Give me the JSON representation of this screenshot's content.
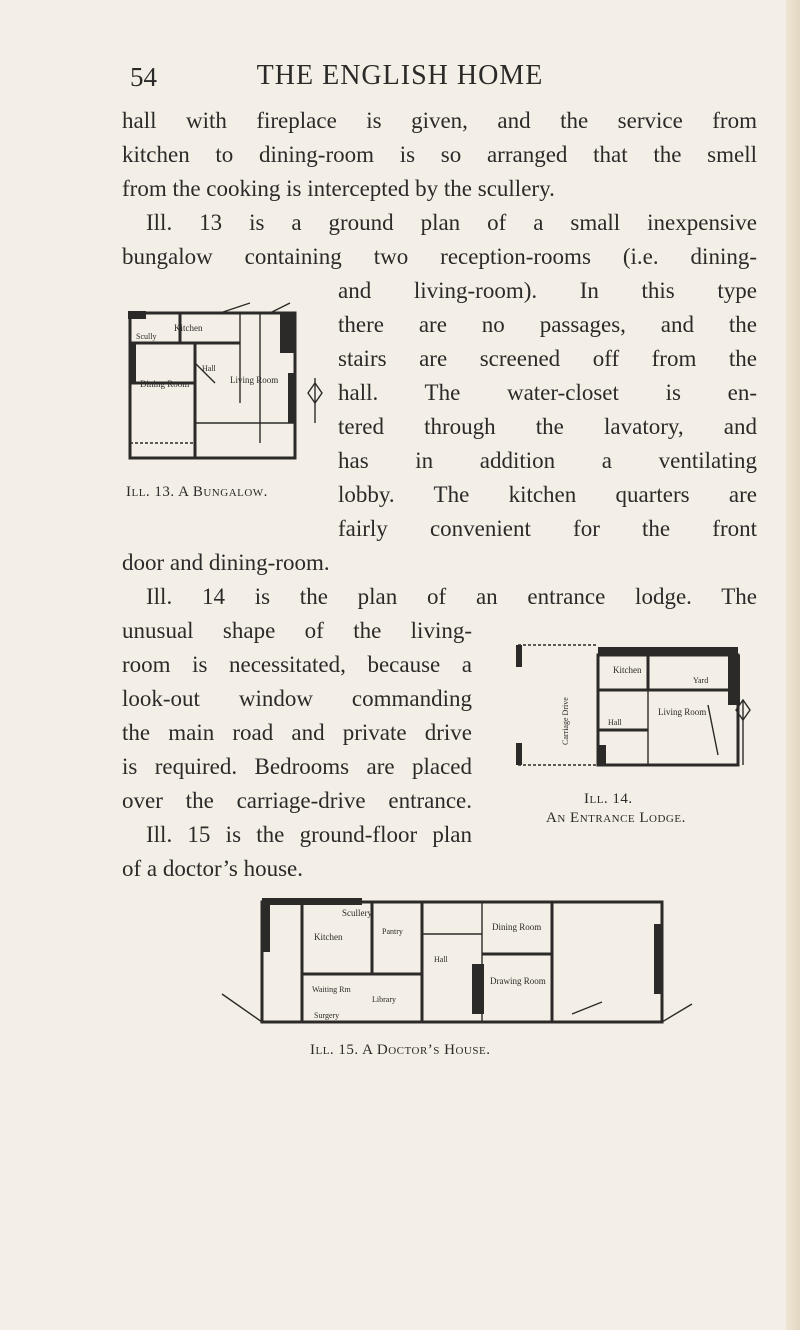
{
  "header": {
    "page_number": "54",
    "running_title": "THE ENGLISH HOME"
  },
  "body_lines": [
    "hall with fireplace is given, and the service from",
    "kitchen to dining-room is so arranged that the smell",
    "from the cooking is intercepted by the scullery.",
    "Ill. 13 is a ground plan of a small inexpensive",
    "bungalow containing two reception-rooms (i.e. dining-",
    "and living-room). In this type",
    "there are no passages, and the",
    "stairs are screened off from the",
    "hall. The water-closet is en-",
    "tered through the lavatory, and",
    "has in addition a ventilating",
    "lobby. The kitchen quarters are",
    "fairly convenient for the front",
    "door and dining-room.",
    "Ill. 14 is the plan of an entrance lodge. The",
    "unusual shape of the living-",
    "room is necessitated, because a",
    "look-out window commanding",
    "the main road and private drive",
    "is required. Bedrooms are placed",
    "over the carriage-drive entrance.",
    "Ill. 15 is the ground-floor plan",
    "of a doctor’s house."
  ],
  "figures": {
    "ill13": {
      "caption": "Ill. 13. A Bungalow.",
      "labels": [
        "Kitchen",
        "Scully",
        "Dining Room",
        "Hall",
        "Living Room"
      ]
    },
    "ill14": {
      "caption_number": "Ill. 14.",
      "caption_title": "An Entrance Lodge.",
      "labels": [
        "Kitchen",
        "Yard",
        "Living Room",
        "Hall",
        "Carriage Drive"
      ]
    },
    "ill15": {
      "caption": "Ill. 15. A Doctor’s House.",
      "labels": [
        "Scullery",
        "Kitchen",
        "Pantry",
        "Dining Room",
        "Hall",
        "Drawing Room",
        "Waiting Rm",
        "Library",
        "Surgery"
      ]
    }
  }
}
